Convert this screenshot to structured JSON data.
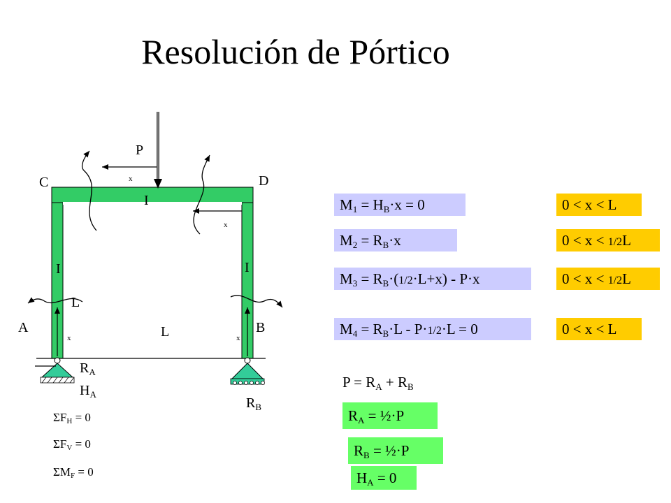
{
  "title": "Resolución de Pórtico",
  "frame": {
    "nodes": {
      "A": "A",
      "B": "B",
      "C": "C",
      "D": "D"
    },
    "load": "P",
    "inertia": "I",
    "length_left": "L",
    "length_bottom": "L",
    "section_var": "x",
    "reactions": {
      "ra_base": "R",
      "ra_sub": "A",
      "ha_base": "H",
      "ha_sub": "A",
      "rb_base": "R",
      "rb_sub": "B"
    },
    "colors": {
      "member": "#33cc66",
      "support": "#33cc99"
    }
  },
  "equilibrium": [
    {
      "sym": "Σ",
      "var": "F",
      "sub": "H",
      "rest": " = 0"
    },
    {
      "sym": "Σ",
      "var": "F",
      "sub": "V",
      "rest": " = 0"
    },
    {
      "sym": "Σ",
      "var": "M",
      "sub": "F",
      "rest": " = 0"
    }
  ],
  "moments": [
    {
      "pre": "M",
      "sub1": "1",
      "mid": " = H",
      "sub2": "B",
      "tail": "·x = 0",
      "range": "0 < x < L"
    },
    {
      "pre": "M",
      "sub1": "2",
      "mid": " = R",
      "sub2": "B",
      "tail": "·x",
      "range_pre": "0 < x < ",
      "range_frac": "1/2",
      "range_post": "L"
    },
    {
      "pre": "M",
      "sub1": "3",
      "mid": " = R",
      "sub2": "B",
      "tail_a": "·(",
      "frac": "1/2",
      "tail_b": "·L+x) - P·x",
      "range_pre": "0 < x < ",
      "range_frac": "1/2",
      "range_post": "L"
    },
    {
      "pre": "M",
      "sub1": "4",
      "mid": " = R",
      "sub2": "B",
      "tail_a": "·L - P·",
      "frac": "1/2",
      "tail_b": "·L = 0",
      "range": "0 < x < L"
    }
  ],
  "sum_eq": {
    "a": "P = R",
    "a_sub": "A",
    "b": " + R",
    "b_sub": "B"
  },
  "results": [
    {
      "base": "R",
      "sub": "A",
      "rest": " = ½·P"
    },
    {
      "base": "R",
      "sub": "B",
      "rest": " = ½·P"
    },
    {
      "base": "H",
      "sub": "A",
      "rest": " = 0"
    }
  ]
}
